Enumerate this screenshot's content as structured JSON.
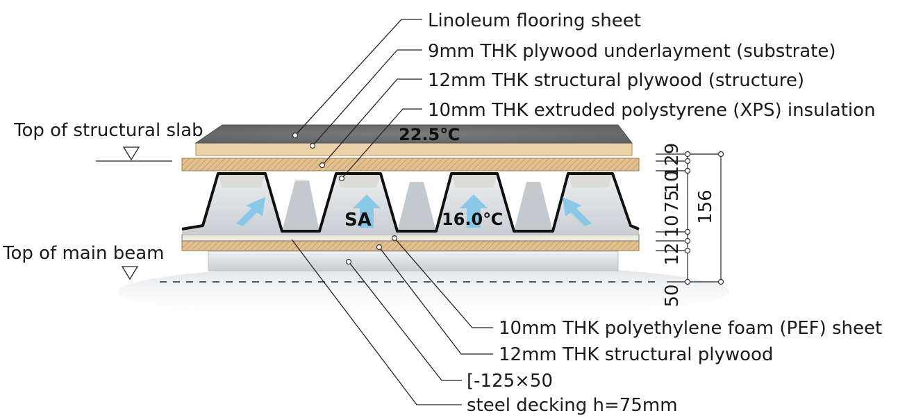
{
  "callouts": {
    "linoleum": "Linoleum flooring sheet",
    "underlay": "9mm THK plywood underlayment (substrate)",
    "structural_ply": "12mm THK structural plywood (structure)",
    "xps": "10mm THK extruded polystyrene (XPS) insulation",
    "pef": "10mm THK polyethylene foam (PEF) sheet",
    "bottom_ply": "12mm THK structural plywood",
    "channel": "[-125×50",
    "decking": "steel decking h=75mm"
  },
  "references": {
    "slab": "Top of structural slab",
    "beam": "Top of main beam"
  },
  "dimensions": {
    "d1": "9",
    "d2": "12",
    "d3": "10",
    "d4": "75",
    "d5": "10",
    "d6": "12",
    "d7": "50",
    "total": "156"
  },
  "annotations": {
    "temp_top": "22.5℃",
    "temp_mid": "16.0℃",
    "supply_air": "SA"
  },
  "colors": {
    "linoleum": "#6e6f71",
    "plywood": "#e9c99a",
    "xps": "#d8d8d0",
    "steel": "#d9dde0",
    "arrow": "#7fc3e6"
  }
}
